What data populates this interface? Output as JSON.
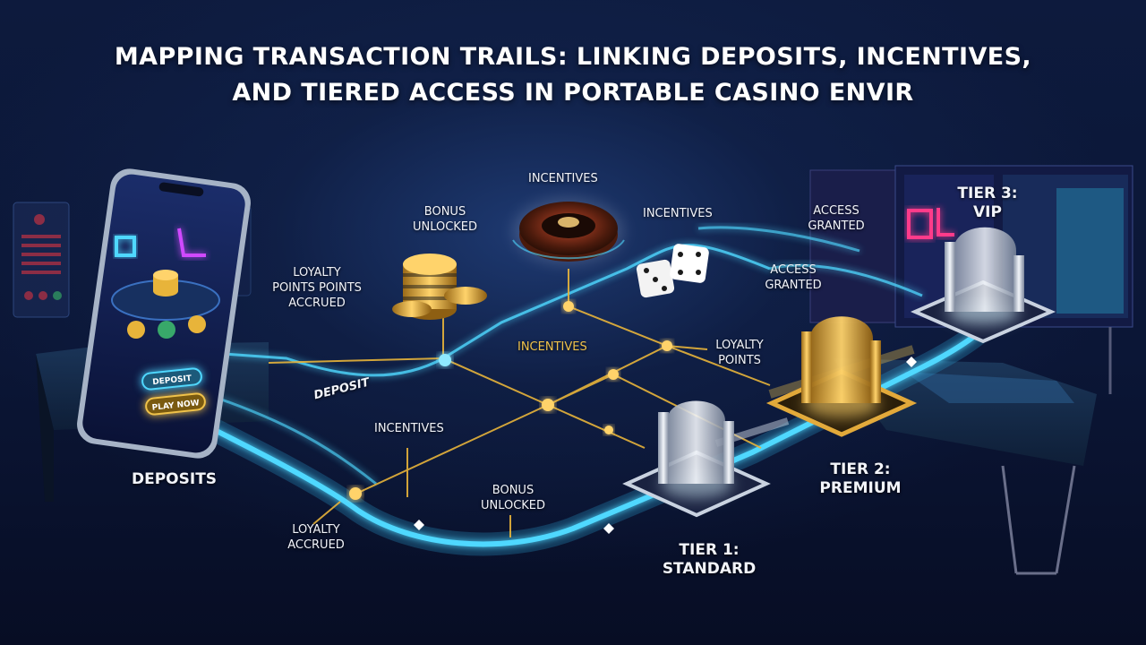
{
  "title": {
    "line1": "MAPPING TRANSACTION TRAILS: LINKING DEPOSITS, INCENTIVES,",
    "line2": "AND TIERED ACCESS IN PORTABLE CASINO ENVIR"
  },
  "phone": {
    "deposit_button": "DEPOSIT",
    "play_button": "PLAY NOW"
  },
  "nodes": {
    "deposits": "DEPOSITS",
    "deposit": "DEPOSIT",
    "loyalty_points_accrued_1": "LOYALTY",
    "loyalty_points_accrued_2": "POINTS POINTS",
    "loyalty_points_accrued_3": "ACCRUED",
    "bonus_unlocked_top_1": "BONUS",
    "bonus_unlocked_top_2": "UNLOCKED",
    "incentives_top": "INCENTIVES",
    "incentives_right": "INCENTIVES",
    "incentives_center": "INCENTIVES",
    "incentives_lower": "INCENTIVES",
    "loyalty_points_1": "LOYALTY",
    "loyalty_points_2": "POINTS",
    "access_granted_top_1": "ACCESS",
    "access_granted_top_2": "GRANTED",
    "access_granted_mid_1": "ACCESS",
    "access_granted_mid_2": "GRANTED",
    "bonus_unlocked_low_1": "BONUS",
    "bonus_unlocked_low_2": "UNLOCKED",
    "loyalty_accrued_1": "LOYALTY",
    "loyalty_accrued_2": "ACCRUED"
  },
  "tiers": {
    "tier1_line1": "TIER 1:",
    "tier1_line2": "STANDARD",
    "tier2_line1": "TIER 2:",
    "tier2_line2": "PREMIUM",
    "tier3_line1": "TIER 3:",
    "tier3_line2": "VIP"
  },
  "colors": {
    "background": "#0b1430",
    "trail_cyan": "#4fd8ff",
    "trail_gold": "#e8b43a",
    "tier_silver": "#c9d2e0",
    "tier_gold": "#e2a93a"
  },
  "icons": [
    "mobile-phone-icon",
    "chip-stack-icon",
    "roulette-wheel-icon",
    "dice-icon",
    "podium-icon",
    "casino-table-icon",
    "display-screen-icon"
  ]
}
